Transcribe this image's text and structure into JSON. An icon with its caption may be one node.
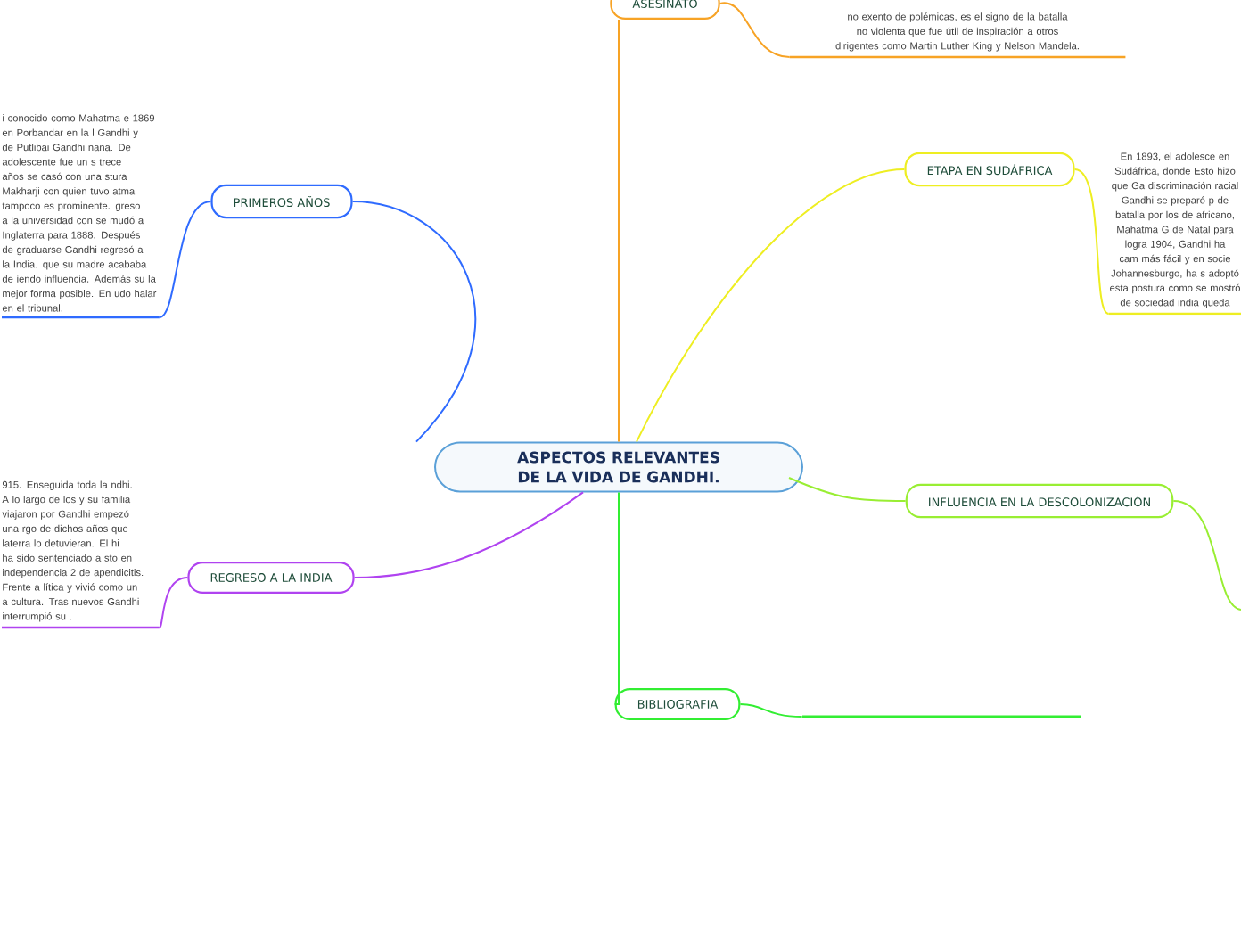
{
  "diagram": {
    "nodes": [
      {
        "text": [
          "ASPECTOS RELEVANTES DE LA VIDA DE GANDHI."
        ]
      },
      {
        "text": [
          "ASESINATO"
        ]
      },
      {
        "text": [
          "no exento de polémicas, es el signo de la batalla no violenta que fue útil de inspiración a otros dirigentes como Martin Luther King y Nelson Mandela."
        ]
      },
      {
        "text": [
          "PRIMEROS AÑOS"
        ]
      },
      {
        "text": [
          "i conocido como Mahatma e 1869 en Porbandar en la l Gandhi y de Putlibai Gandhi nana. De adolescente fue un s trece años se casó con una stura Makharji con quien tuvo atma tampoco es prominente. greso a la universidad con se mudó a Inglaterra para 1888. Después de graduarse Gandhi regresó a la India. que su madre acababa de iendo influencia. Además su la mejor forma posible. En udo halar en el tribunal."
        ]
      },
      {
        "text": [
          "ETAPA EN SUDÁFRICA"
        ]
      },
      {
        "text": [
          "En 1893, el adolesce en Sudáfrica, donde Esto hizo que Ga discriminación racial Gandhi se preparó p de batalla por los de africano, Mahatma G de Natal para logra 1904, Gandhi ha cam más fácil y en socie Johannesburgo, ha s adoptó esta postura como se mostró de sociedad india queda"
        ]
      },
      {
        "text": [
          "INFLUENCIA EN LA DESCOLONIZACIÓN"
        ]
      },
      {
        "text": [
          "BIBLIOGRAFIA"
        ]
      },
      {
        "text": [],
        "shape": "bar"
      },
      {
        "text": [
          "REGRESO A LA INDIA"
        ]
      },
      {
        "text": [
          "915. Enseguida toda la ndhi. A lo largo de los y su familia viajaron por Gandhi empezó una rgo de dichos años que laterra lo detuvieran. El hi ha sido sentenciado a sto en independencia 2 de apendicitis. Frente a lítica y vivió como un a cultura. Tras nuevos Gandhi interrumpió su ."
        ]
      }
    ],
    "edges": [
      {
        "from": 0,
        "to": 1,
        "arrow": "none",
        "color": "#f7a325"
      },
      {
        "from": 1,
        "to": 2,
        "arrow": "none",
        "color": "#f7a325"
      },
      {
        "from": 0,
        "to": 3,
        "arrow": "none",
        "color": "#2f6bff"
      },
      {
        "from": 3,
        "to": 4,
        "arrow": "none",
        "color": "#2f6bff"
      },
      {
        "from": 0,
        "to": 5,
        "arrow": "none",
        "color": "#eeee22"
      },
      {
        "from": 5,
        "to": 6,
        "arrow": "none",
        "color": "#eeee22"
      },
      {
        "from": 0,
        "to": 7,
        "arrow": "none",
        "color": "#99ee33"
      },
      {
        "from": 7,
        "to": null,
        "arrow": "none",
        "color": "#99ee33"
      },
      {
        "from": 0,
        "to": 8,
        "arrow": "none",
        "color": "#33ee33"
      },
      {
        "from": 8,
        "to": 9,
        "arrow": "none",
        "color": "#33ee33"
      },
      {
        "from": 0,
        "to": 10,
        "arrow": "none",
        "color": "#b043f0"
      },
      {
        "from": 10,
        "to": 11,
        "arrow": "none",
        "color": "#b043f0"
      }
    ]
  }
}
